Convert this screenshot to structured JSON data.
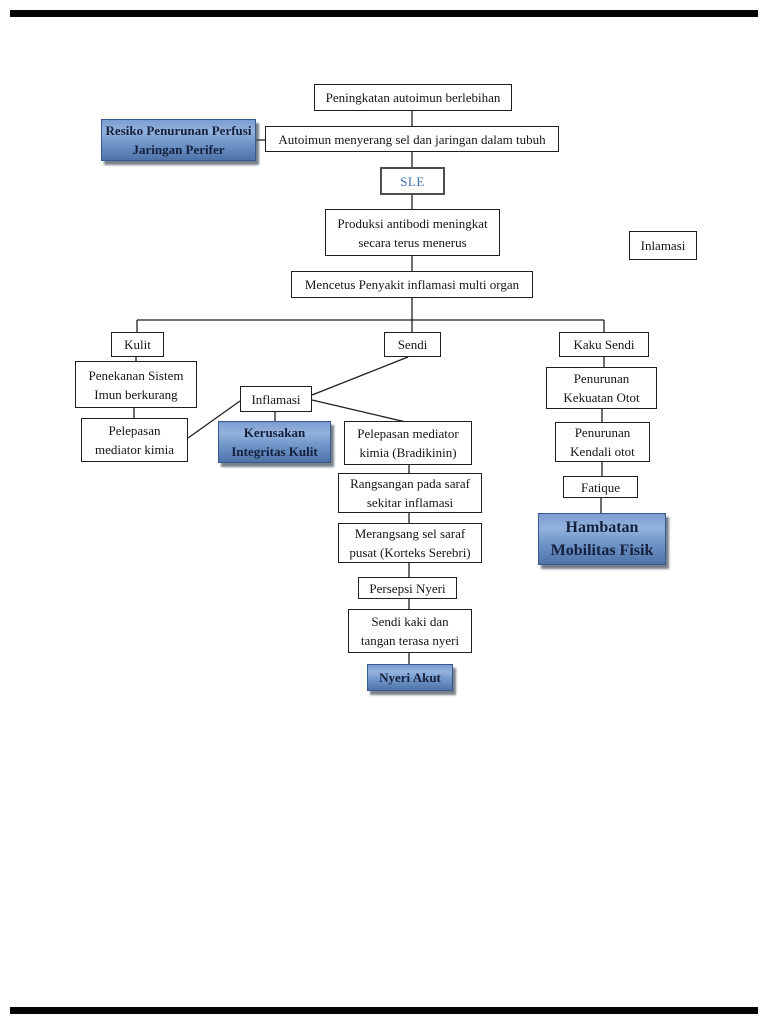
{
  "diagram": {
    "language": "Indonesian",
    "topic": "SLE (Systemic Lupus Erythematosus) pathophysiology concept map",
    "colors": {
      "node_border": "#1f1f1f",
      "node_background": "#ffffff",
      "highlight_box_top": "#94b2dd",
      "highlight_box_bottom": "#4d73a8",
      "highlight_border": "#38598c",
      "sle_text": "#3c6cb4",
      "line": "#1f1f1f",
      "page_gap": "#050505"
    },
    "nodes": {
      "peningkatan": {
        "text": "Peningkatan autoimun berlebihan"
      },
      "resiko": {
        "text": "Resiko Penurunan Perfusi\nJaringan Perifer"
      },
      "autoimun": {
        "text": "Autoimun menyerang sel dan jaringan dalam tubuh"
      },
      "sle": {
        "text": "SLE"
      },
      "produksi": {
        "text": "Produksi antibodi meningkat\nsecara terus menerus"
      },
      "inlamasi_kanan": {
        "text": "Inlamasi"
      },
      "mencetus": {
        "text": "Mencetus Penyakit inflamasi multi organ"
      },
      "kulit": {
        "text": "Kulit"
      },
      "sendi": {
        "text": "Sendi"
      },
      "kaku_sendi": {
        "text": "Kaku Sendi"
      },
      "penekanan": {
        "text": "Penekanan Sistem\nImun berkurang"
      },
      "pelepasan_kimia": {
        "text": "Pelepasan\nmediator kimia"
      },
      "inflamasi_tengah": {
        "text": "Inflamasi"
      },
      "kerusakan": {
        "text": "Kerusakan\nIntegritas Kulit"
      },
      "bradikinin": {
        "text": "Pelepasan mediator\nkimia (Bradikinin)"
      },
      "rangsangan": {
        "text": "Rangsangan pada saraf\nsekitar inflamasi"
      },
      "merangsang": {
        "text": "Merangsang sel saraf\npusat (Korteks Serebri)"
      },
      "persepsi": {
        "text": "Persepsi Nyeri"
      },
      "sendi_kaki": {
        "text": "Sendi kaki dan\ntangan terasa nyeri"
      },
      "nyeri_akut": {
        "text": "Nyeri Akut"
      },
      "kekuatan": {
        "text": "Penurunan\nKekuatan Otot"
      },
      "kendali": {
        "text": "Penurunan\nKendali otot"
      },
      "fatique": {
        "text": "Fatique"
      },
      "hambatan": {
        "text": "Hambatan\nMobilitas Fisik"
      }
    },
    "edges": [
      {
        "from": "peningkatan",
        "to": "autoimun"
      },
      {
        "from": "resiko",
        "to": "autoimun"
      },
      {
        "from": "autoimun",
        "to": "sle"
      },
      {
        "from": "sle",
        "to": "produksi"
      },
      {
        "from": "produksi",
        "to": "mencetus"
      },
      {
        "from": "mencetus",
        "to": "kulit"
      },
      {
        "from": "mencetus",
        "to": "sendi"
      },
      {
        "from": "mencetus",
        "to": "kaku_sendi"
      },
      {
        "from": "kulit",
        "to": "penekanan"
      },
      {
        "from": "penekanan",
        "to": "pelepasan_kimia"
      },
      {
        "from": "pelepasan_kimia",
        "to": "inflamasi_tengah"
      },
      {
        "from": "sendi",
        "to": "inflamasi_tengah"
      },
      {
        "from": "inflamasi_tengah",
        "to": "kerusakan"
      },
      {
        "from": "inflamasi_tengah",
        "to": "bradikinin"
      },
      {
        "from": "bradikinin",
        "to": "rangsangan"
      },
      {
        "from": "rangsangan",
        "to": "merangsang"
      },
      {
        "from": "merangsang",
        "to": "persepsi"
      },
      {
        "from": "persepsi",
        "to": "sendi_kaki"
      },
      {
        "from": "sendi_kaki",
        "to": "nyeri_akut"
      },
      {
        "from": "kaku_sendi",
        "to": "kekuatan"
      },
      {
        "from": "kekuatan",
        "to": "kendali"
      },
      {
        "from": "kendali",
        "to": "fatique"
      },
      {
        "from": "fatique",
        "to": "hambatan"
      }
    ]
  }
}
